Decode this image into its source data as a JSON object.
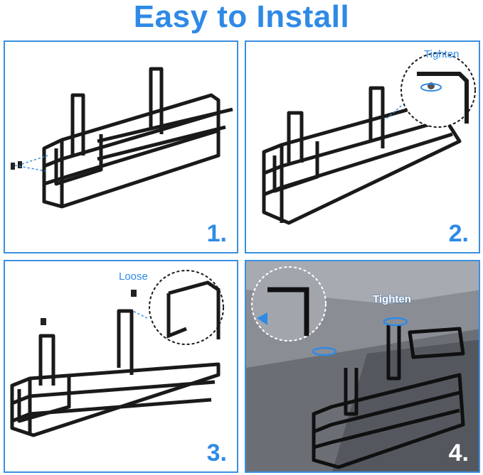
{
  "header": {
    "title": "Easy to Install"
  },
  "steps": [
    {
      "number": "1."
    },
    {
      "number": "2.",
      "callout": "Tighten"
    },
    {
      "number": "3.",
      "callout": "Loose"
    },
    {
      "number": "4.",
      "callout": "Tighten"
    }
  ],
  "colors": {
    "accent": "#2f8ae6",
    "rack": "#1a1a1a",
    "sink": "#8c9096"
  }
}
